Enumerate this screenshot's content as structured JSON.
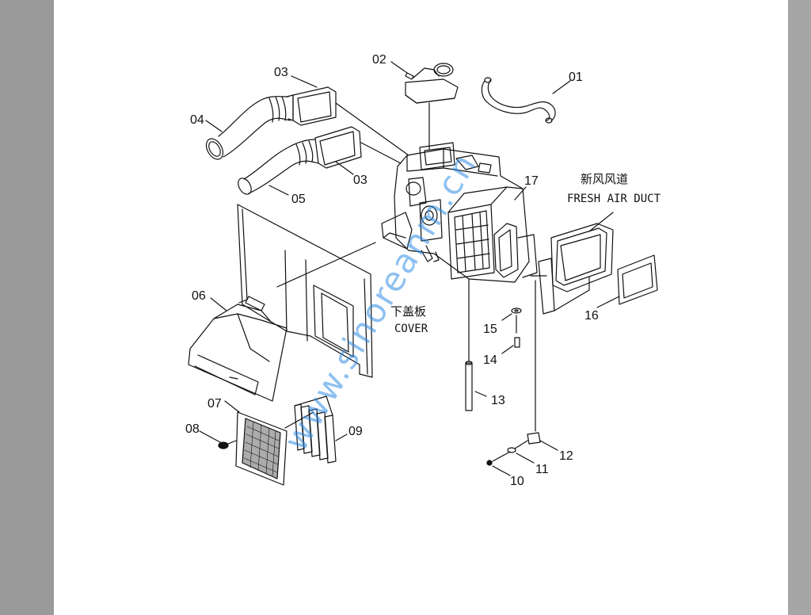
{
  "diagram": {
    "part_numbers": [
      "01",
      "02",
      "03",
      "03",
      "04",
      "05",
      "06",
      "07",
      "08",
      "09",
      "10",
      "11",
      "12",
      "13",
      "14",
      "15",
      "16",
      "17"
    ],
    "fresh_air_duct": {
      "chinese": "新风风道",
      "english": "FRESH AIR DUCT"
    },
    "cover": {
      "chinese": "下盖板",
      "english": "COVER"
    },
    "watermark": "www.sinoreanm.cn"
  }
}
